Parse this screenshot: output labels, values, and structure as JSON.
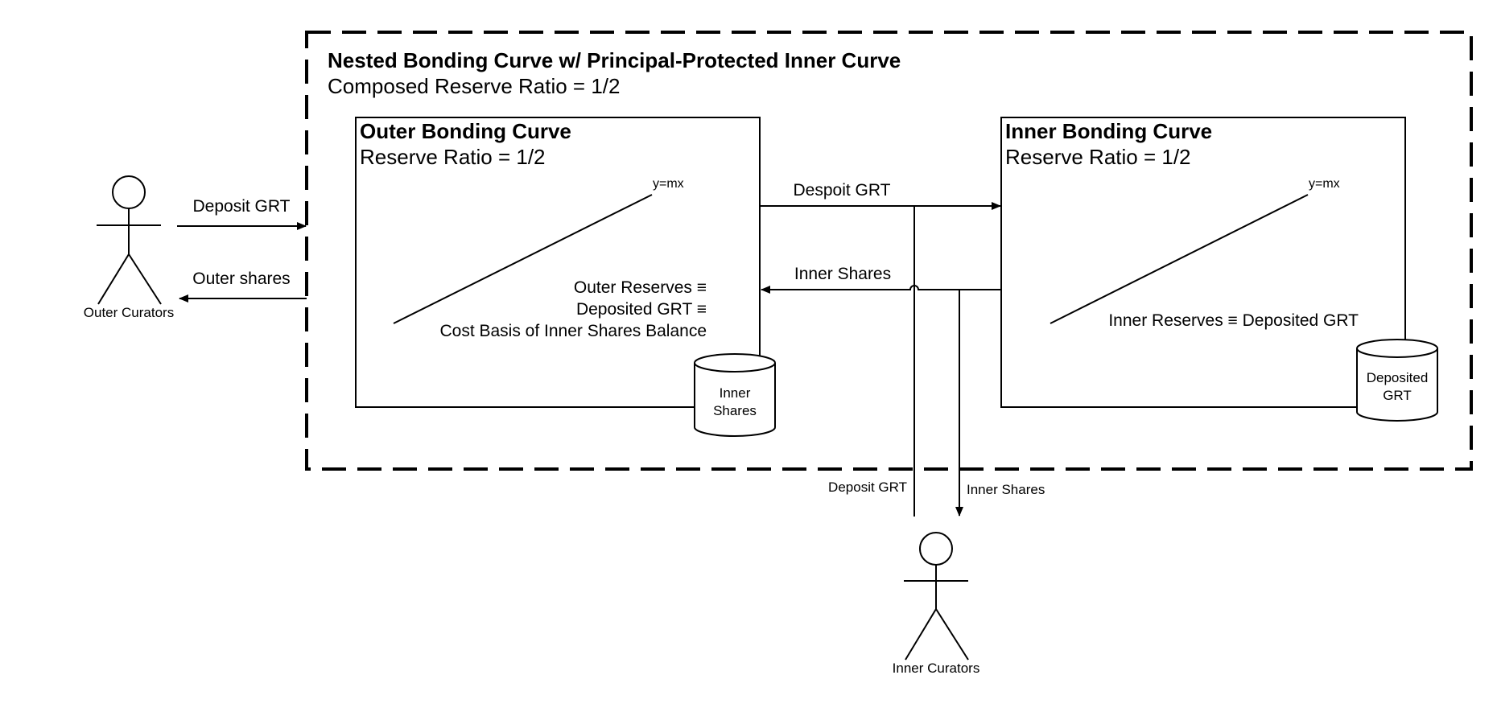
{
  "container": {
    "title": "Nested Bonding Curve w/ Principal-Protected Inner Curve",
    "subtitle": "Composed Reserve Ratio = 1/2"
  },
  "outer_curve": {
    "title": "Outer Bonding Curve",
    "reserve_ratio": "Reserve Ratio = 1/2",
    "line_label": "y=mx",
    "reserves_lines": [
      "Outer Reserves ≡",
      "Deposited GRT ≡",
      "Cost Basis of Inner Shares Balance"
    ],
    "store_lines": [
      "Inner",
      "Shares"
    ]
  },
  "inner_curve": {
    "title": "Inner Bonding Curve",
    "reserve_ratio": "Reserve Ratio = 1/2",
    "line_label": "y=mx",
    "reserves_label": "Inner Reserves ≡ Deposited GRT",
    "store_lines": [
      "Deposited",
      "GRT"
    ]
  },
  "actors": {
    "outer": "Outer Curators",
    "inner": "Inner Curators"
  },
  "arrows": {
    "outer_deposit": "Deposit GRT",
    "outer_shares": "Outer shares",
    "to_inner_deposit": "Despoit GRT",
    "inner_shares_back": "Inner Shares",
    "inner_curators_deposit": "Deposit GRT",
    "inner_curators_shares": "Inner Shares"
  }
}
